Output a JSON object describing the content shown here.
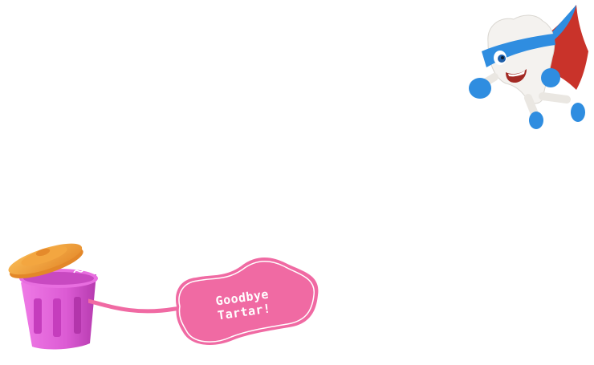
{
  "scene": {
    "background": "#ffffff",
    "hero": {
      "name": "superhero tooth mascot",
      "icon": "superhero-tooth-icon",
      "mask_color": "#2f8de0",
      "cape_color": "#d0392b",
      "tooth_color": "#f4f2ef"
    },
    "bin": {
      "name": "trash bin",
      "icon": "trash-bin-icon",
      "body_color": "#e15fd8",
      "lid_color": "#f6a841"
    },
    "bubble": {
      "line1": "Goodbye",
      "line2": "Tartar!",
      "color": "#f06aa3",
      "outline": "#ffffff"
    }
  }
}
